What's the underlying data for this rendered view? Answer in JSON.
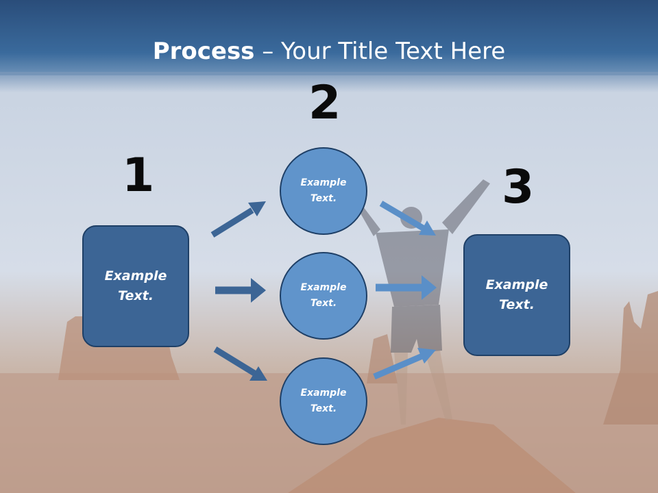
{
  "title": {
    "bold": "Process",
    "rest": " – Your Title Text Here"
  },
  "steps": [
    {
      "number": "1",
      "text": "Example Text."
    },
    {
      "number": "2",
      "items": [
        "Example Text.",
        "Example Text.",
        "Example Text."
      ]
    },
    {
      "number": "3",
      "text": "Example Text."
    }
  ],
  "colors": {
    "title_bar": "#3a6a9c",
    "box_fill": "#3c6595",
    "circle_fill": "#6094cb",
    "arrow_dark": "#3c6595",
    "arrow_light": "#5a8fc8",
    "outline": "#1e3f66"
  }
}
